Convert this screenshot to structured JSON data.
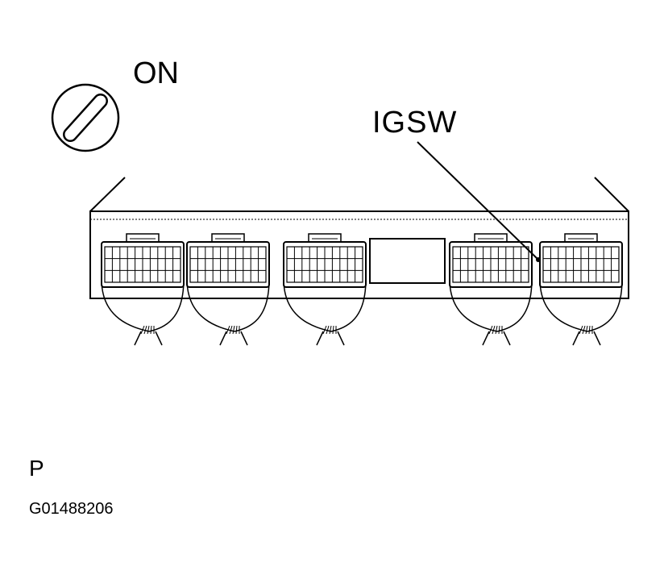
{
  "labels": {
    "switch_position": "ON",
    "terminal": "IGSW",
    "connector_side": "P",
    "figure_code": "G01488206"
  },
  "ignition_switch": {
    "icon": "ignition-key-icon"
  },
  "ecu": {
    "connectors": [
      {
        "id": "connector-1"
      },
      {
        "id": "connector-2"
      },
      {
        "id": "connector-3"
      },
      {
        "id": "connector-4"
      },
      {
        "id": "connector-5"
      }
    ]
  },
  "colors": {
    "line": "#000000",
    "background": "#ffffff"
  }
}
